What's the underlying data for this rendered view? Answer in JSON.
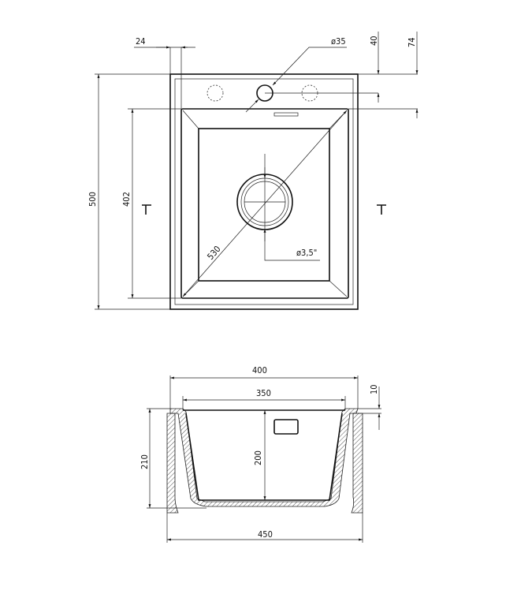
{
  "top_view": {
    "dim_side_offset": "24",
    "dim_tap_hole": "ø35",
    "dim_tap_hole_offset": "40",
    "dim_bowl_offset": "74",
    "dim_total_length": "500",
    "dim_bowl_length": "402",
    "dim_diagonal": "530",
    "dim_drain": "ø3,5\""
  },
  "section_view": {
    "dim_bowl_top_width": "400",
    "dim_bowl_bottom_width": "350",
    "dim_rim_thickness": "10",
    "dim_total_depth": "210",
    "dim_bowl_depth": "200",
    "dim_total_width": "450"
  }
}
